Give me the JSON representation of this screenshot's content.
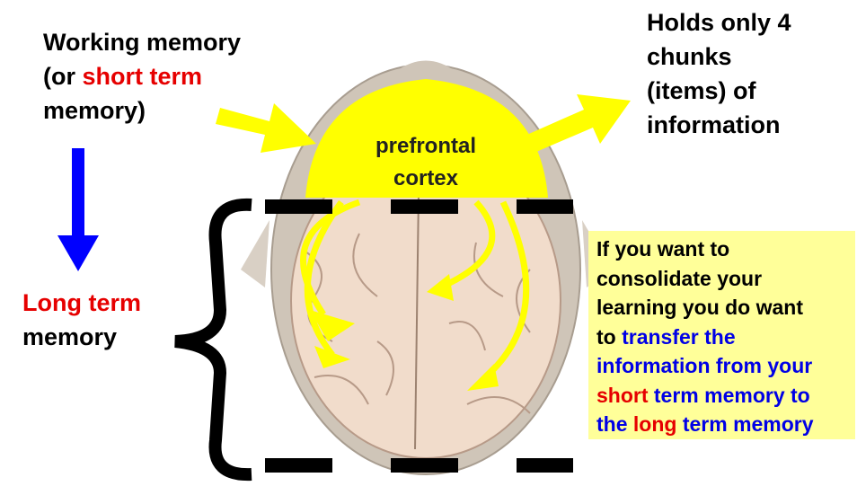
{
  "working_memory": {
    "line1": "Working memory",
    "line2_a": "(or ",
    "line2_b": "short term",
    "line3": "memory)"
  },
  "long_term": {
    "line1": "Long term",
    "line2": "memory"
  },
  "holds": {
    "line1": "Holds only 4",
    "line2": "chunks",
    "line3": "(items) of",
    "line4": "information"
  },
  "brain_label": {
    "line1": "prefrontal",
    "line2": "cortex"
  },
  "note": {
    "l1": "If you want to",
    "l2": "consolidate your",
    "l3": "learning you do want",
    "l4a": "to ",
    "l4b": "transfer the",
    "l5": "information from your",
    "l6a": "short",
    "l6b": " term memory to",
    "l7a": "the ",
    "l7b": "long",
    "l7c": " term memory"
  },
  "colors": {
    "yellow": "#ffff00",
    "red": "#e60000",
    "blue": "#0000e6",
    "box": "#ffff99"
  }
}
